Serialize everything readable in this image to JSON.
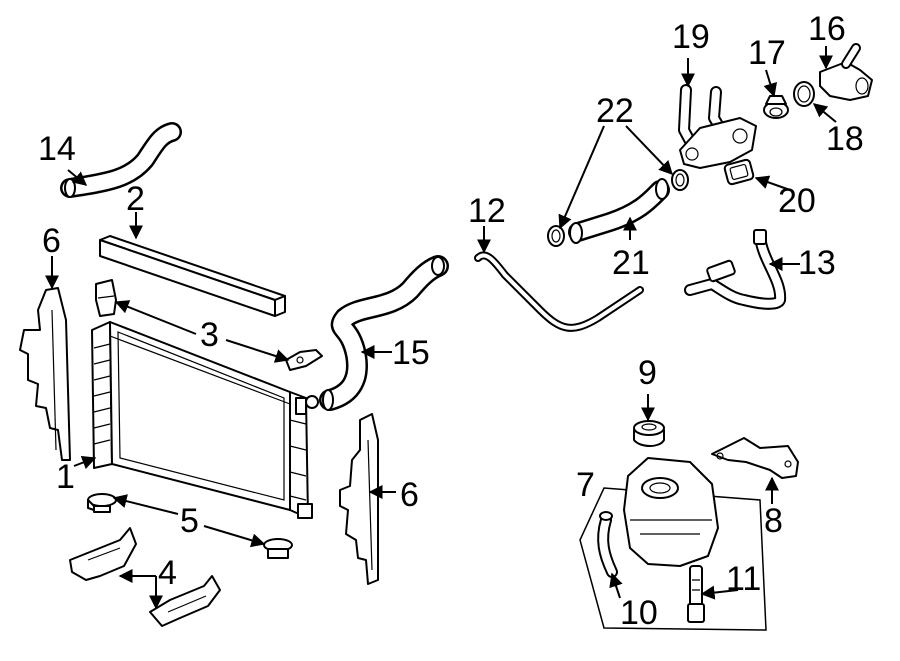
{
  "callouts": {
    "c1": "1",
    "c2": "2",
    "c3": "3",
    "c4": "4",
    "c5": "5",
    "c6a": "6",
    "c6b": "6",
    "c7": "7",
    "c8": "8",
    "c9": "9",
    "c10": "10",
    "c11": "11",
    "c12": "12",
    "c13": "13",
    "c14": "14",
    "c15": "15",
    "c16": "16",
    "c17": "17",
    "c18": "18",
    "c19": "19",
    "c20": "20",
    "c21": "21",
    "c22": "22"
  }
}
